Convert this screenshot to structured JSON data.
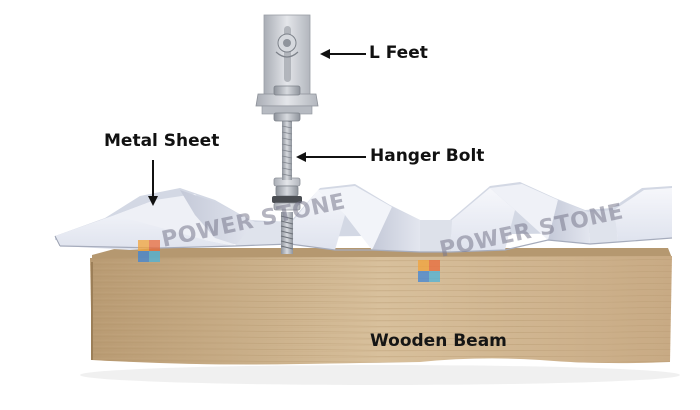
{
  "labels": {
    "l_feet": "L Feet",
    "hanger_bolt": "Hanger Bolt",
    "metal_sheet": "Metal Sheet",
    "wooden_beam": "Wooden Beam"
  },
  "watermark": {
    "text": "POWER STONE"
  },
  "colors": {
    "wood": "#cdb089",
    "wood_dark": "#a98a62",
    "sheet": "#e9ecf5",
    "sheet_shadow": "#b9bfd0",
    "metal": "#c9ccd2",
    "arrow": "#111111"
  }
}
